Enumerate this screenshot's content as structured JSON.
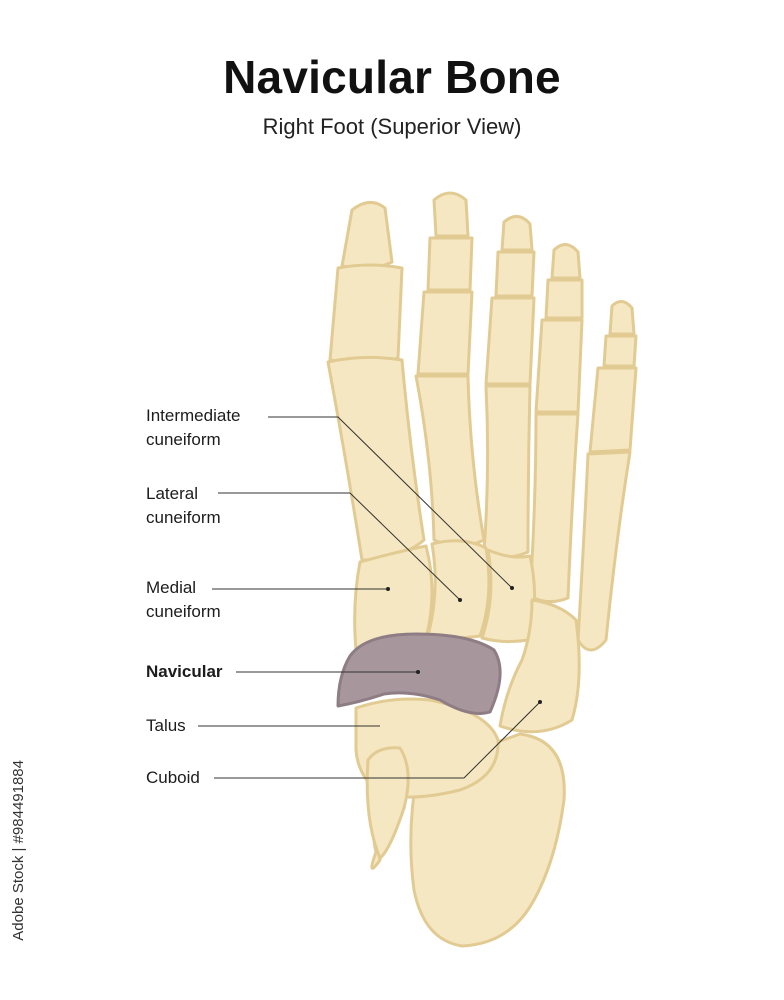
{
  "title": "Navicular Bone",
  "subtitle": "Right Foot (Superior View)",
  "labels": [
    {
      "key": "intermediate",
      "line1": "Intermediate",
      "line2": "cuneiform",
      "bold": false
    },
    {
      "key": "lateral",
      "line1": "Lateral",
      "line2": "cuneiform",
      "bold": false
    },
    {
      "key": "medial",
      "line1": "Medial",
      "line2": "cuneiform",
      "bold": false
    },
    {
      "key": "navicular",
      "line1": "Navicular",
      "bold": true
    },
    {
      "key": "talus",
      "line1": "Talus",
      "bold": false
    },
    {
      "key": "cuboid",
      "line1": "Cuboid",
      "bold": false
    }
  ],
  "stock_id": "Adobe Stock | #984491884",
  "colors": {
    "bone": "#f5e7c1",
    "bone_shade": "#e8d29e",
    "highlight": "#a7969c",
    "line": "#333333"
  }
}
